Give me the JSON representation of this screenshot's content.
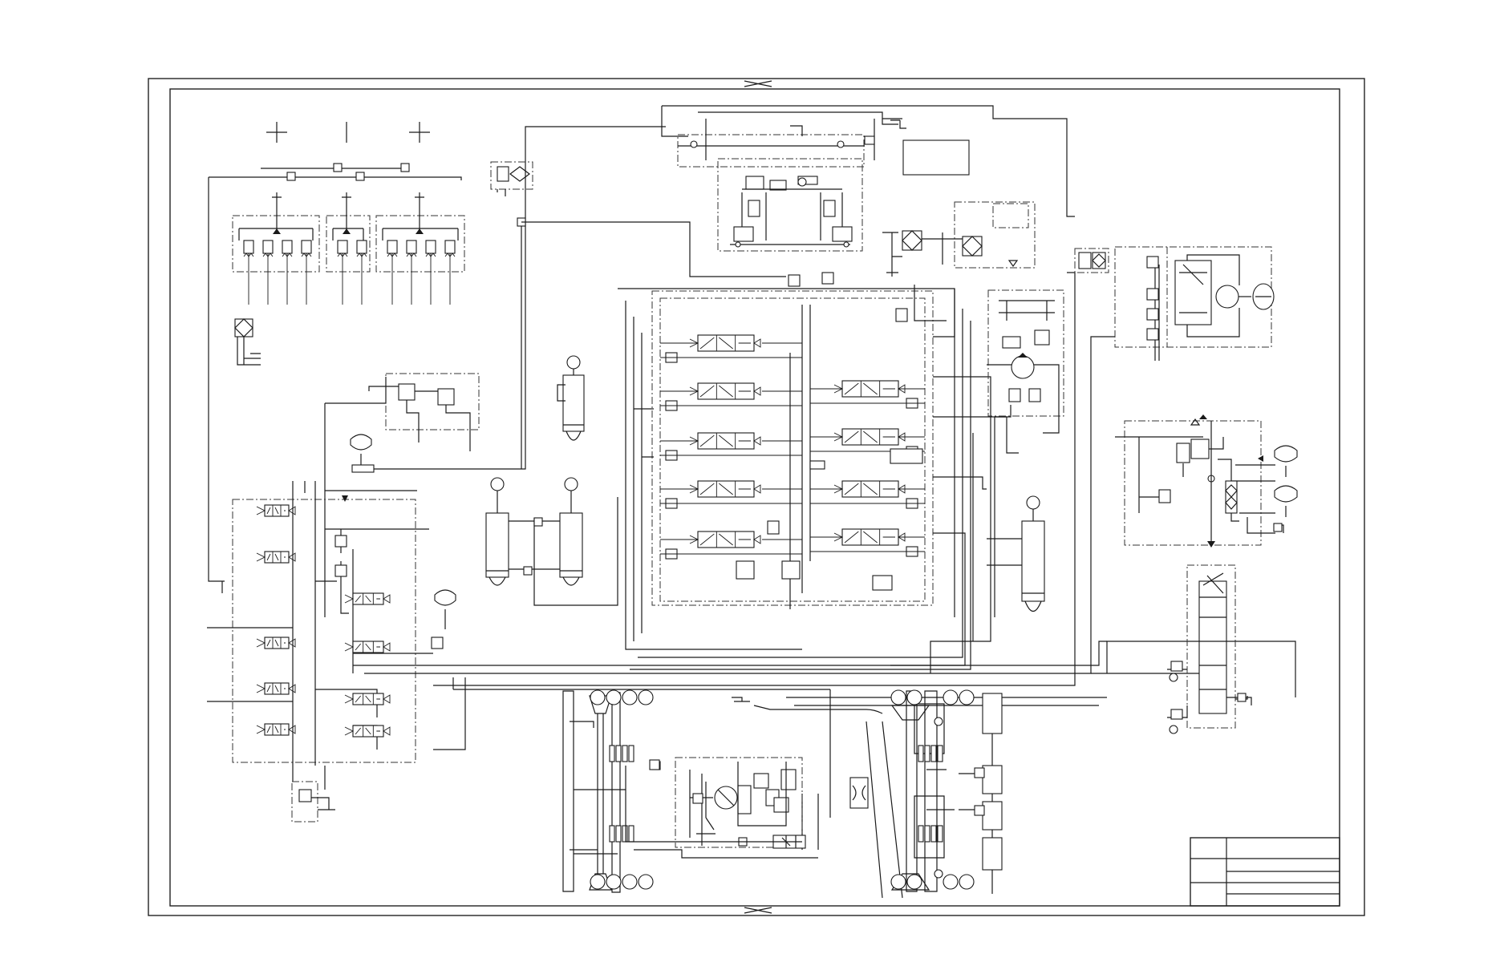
{
  "diagram": {
    "kind": "hydraulic-schematic",
    "text_labels": [],
    "title_block": {
      "rows": 5,
      "cols": 2,
      "cells": []
    }
  },
  "colors": {
    "ink": "#1a1a1a",
    "paper": "#ffffff"
  },
  "icons": [
    "valve-icon",
    "cylinder-icon",
    "accumulator-icon",
    "filter-icon",
    "pump-icon",
    "motor-icon",
    "tank-icon",
    "wheel-brake-icon",
    "steering-wheel-icon"
  ]
}
